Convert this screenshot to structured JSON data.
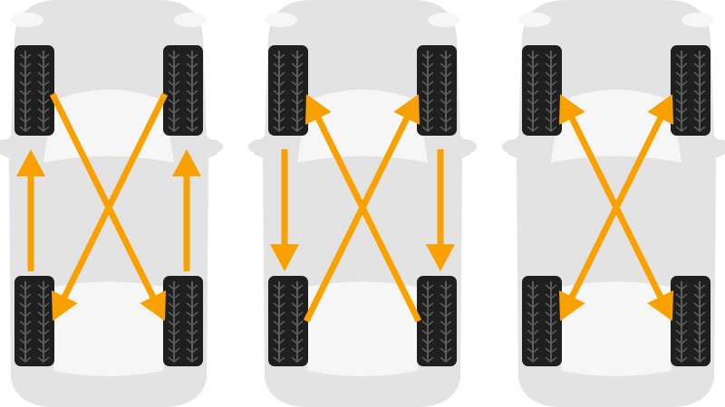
{
  "colors": {
    "background": "#ffffff",
    "car_body": "#e3e3e3",
    "car_window": "#f6f6f6",
    "tire": "#1f1f1f",
    "tread": "#5c5c5c",
    "arrow": "#f8a100"
  },
  "icons": {
    "car": "car-top-view-icon",
    "tire": "tire-icon",
    "arrow": "arrow-icon"
  },
  "diagrams": [
    {
      "pattern": "rear-cross",
      "arrows": [
        {
          "from": "rear-left",
          "to": "front-left"
        },
        {
          "from": "rear-right",
          "to": "front-right"
        },
        {
          "from": "front-left",
          "to": "rear-right"
        },
        {
          "from": "front-right",
          "to": "rear-left"
        }
      ]
    },
    {
      "pattern": "forward-cross",
      "arrows": [
        {
          "from": "front-left",
          "to": "rear-left"
        },
        {
          "from": "front-right",
          "to": "rear-right"
        },
        {
          "from": "rear-left",
          "to": "front-right"
        },
        {
          "from": "rear-right",
          "to": "front-left"
        }
      ]
    },
    {
      "pattern": "x-pattern",
      "arrows": [
        {
          "from": "front-left",
          "to": "rear-right",
          "double": true
        },
        {
          "from": "front-right",
          "to": "rear-left",
          "double": true
        }
      ]
    }
  ]
}
